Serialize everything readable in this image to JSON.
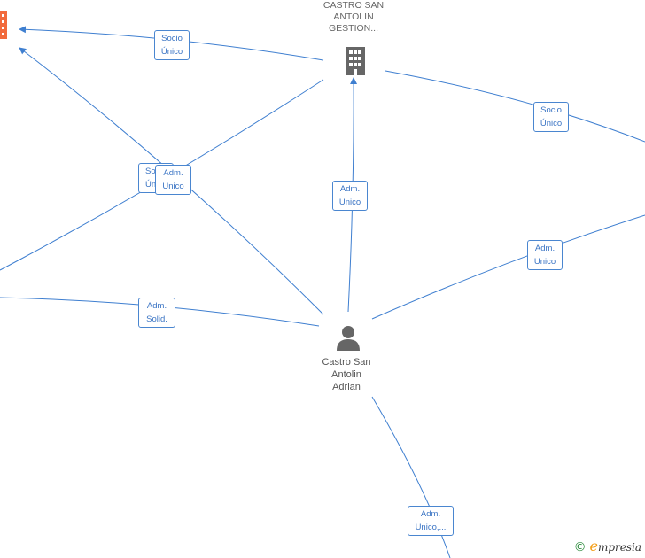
{
  "nodes": {
    "company_main": {
      "label_lines": [
        "CASTRO SAN",
        "ANTOLIN",
        "GESTION..."
      ],
      "icon": "building-icon",
      "color": "#666666"
    },
    "company_top_left": {
      "icon": "building-icon",
      "color": "#f26a3c"
    },
    "person": {
      "label_lines": [
        "Castro San",
        "Antolin",
        "Adrian"
      ],
      "icon": "person-icon",
      "color": "#666666"
    }
  },
  "edge_labels": [
    {
      "id": "socio-unico-top",
      "lines": [
        "Socio",
        "Único"
      ]
    },
    {
      "id": "socio-unico-right",
      "lines": [
        "Socio",
        "Único"
      ]
    },
    {
      "id": "socio-unico-hidden",
      "lines": [
        "So",
        "Ún"
      ]
    },
    {
      "id": "adm-unico-left",
      "lines": [
        "Adm.",
        "Unico"
      ]
    },
    {
      "id": "adm-unico-center",
      "lines": [
        "Adm.",
        "Unico"
      ]
    },
    {
      "id": "adm-unico-right",
      "lines": [
        "Adm.",
        "Unico"
      ]
    },
    {
      "id": "adm-solid",
      "lines": [
        "Adm.",
        "Solid."
      ]
    },
    {
      "id": "adm-unico-bottom",
      "lines": [
        "Adm.",
        "Unico,..."
      ]
    }
  ],
  "brand": {
    "copyright_symbol": "©",
    "initial": "e",
    "name": "mpresia"
  },
  "colors": {
    "edge": "#3f7fd0",
    "label_border": "#4a86d0",
    "accent_company": "#f26a3c"
  }
}
